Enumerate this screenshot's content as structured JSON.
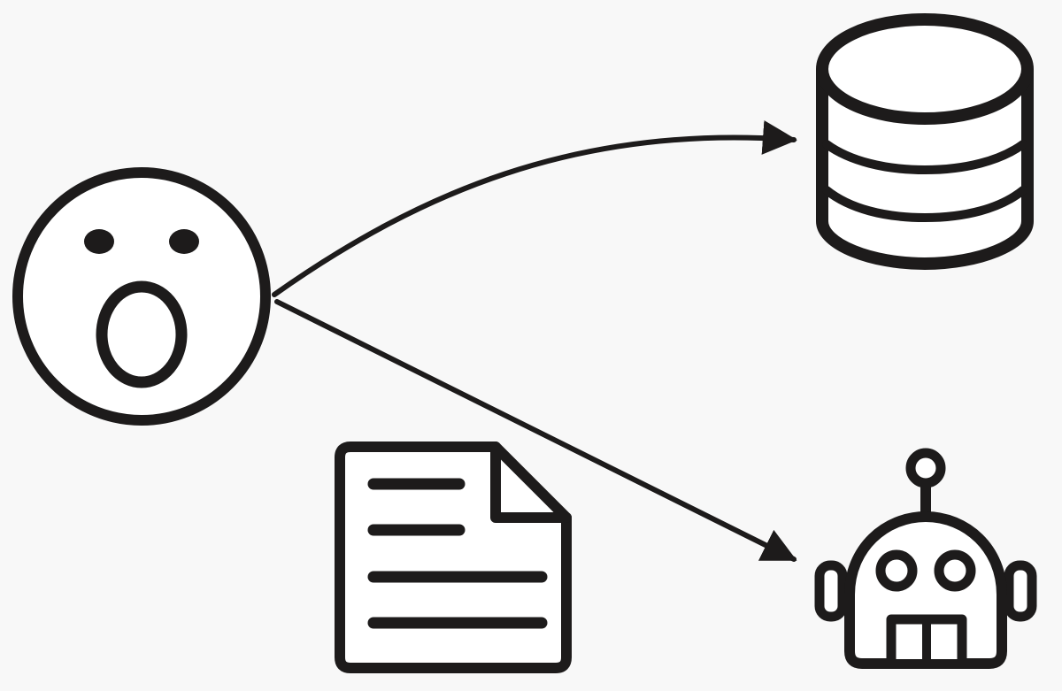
{
  "diagram": {
    "nodes": [
      {
        "id": "shocked-face",
        "icon": "shocked-face-icon"
      },
      {
        "id": "database",
        "icon": "database-icon"
      },
      {
        "id": "document",
        "icon": "document-icon"
      },
      {
        "id": "robot",
        "icon": "robot-icon"
      }
    ],
    "edges": [
      {
        "from": "shocked-face",
        "to": "database",
        "style": "curved-arrow"
      },
      {
        "from": "shocked-face",
        "to": "robot",
        "style": "straight-arrow"
      }
    ],
    "colors": {
      "background": "#f8f8f8",
      "ink": "#1d1b1b",
      "fill": "#ffffff"
    }
  }
}
